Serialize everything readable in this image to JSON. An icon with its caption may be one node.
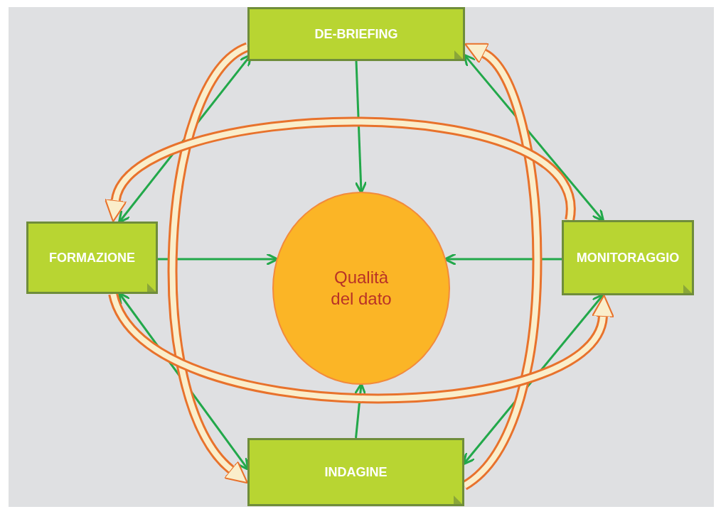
{
  "diagram": {
    "nodes": [
      {
        "text": [
          "DE-BRIEFING"
        ]
      },
      {
        "text": [
          "FORMAZIONE"
        ]
      },
      {
        "text": [
          "Qualità del dato"
        ]
      },
      {
        "text": [
          "MONITORAGGIO"
        ]
      },
      {
        "text": [
          "INDAGINE"
        ]
      }
    ],
    "edges": [
      {
        "from": 0,
        "to": 2,
        "arrow": "to"
      },
      {
        "from": 1,
        "to": 2,
        "arrow": "to"
      },
      {
        "from": 3,
        "to": 2,
        "arrow": "to"
      },
      {
        "from": 4,
        "to": 2,
        "arrow": "to"
      },
      {
        "from": 0,
        "to": 1,
        "arrow": "both"
      },
      {
        "from": 0,
        "to": 3,
        "arrow": "both"
      },
      {
        "from": 1,
        "to": 4,
        "arrow": "both"
      },
      {
        "from": 4,
        "to": 3,
        "arrow": "both"
      },
      {
        "from": 0,
        "to": 4,
        "arrow": "to",
        "style": "thick",
        "color": "#e8722c"
      },
      {
        "from": 4,
        "to": 0,
        "arrow": "to",
        "style": "thick",
        "color": "#e8722c"
      },
      {
        "from": 3,
        "to": 1,
        "arrow": "to",
        "style": "thick",
        "color": "#e8722c"
      },
      {
        "from": 1,
        "to": 3,
        "arrow": "to",
        "style": "thick",
        "color": "#e8722c"
      }
    ]
  }
}
